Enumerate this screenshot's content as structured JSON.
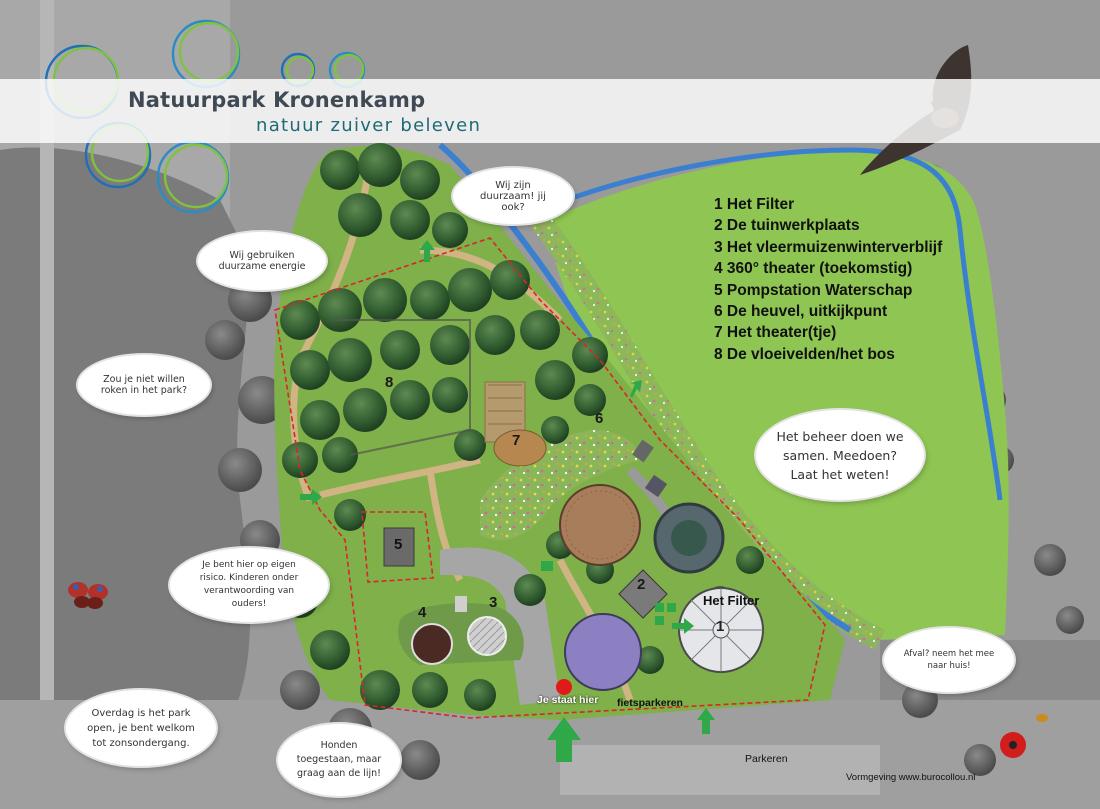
{
  "title": {
    "main": "Natuurpark Kronenkamp",
    "subtitle": "natuur zuiver beleven"
  },
  "legend": [
    "1 Het Filter",
    "2 De tuinwerkplaats",
    "3 Het vleermuizenwinterverblijf",
    "4 360° theater (toekomstig)",
    "5 Pompstation Waterschap",
    "6 De heuvel, uitkijkpunt",
    "7 Het theater(tje)",
    "8 De vloeivelden/het bos"
  ],
  "clouds": {
    "duurzaam": "Wij zijn duurzaam! jij ook?",
    "energie": "Wij gebruiken duurzame energie",
    "roken": "Zou je niet willen roken in het park?",
    "beheer": "Het beheer doen we samen. Meedoen? Laat het weten!",
    "risico": "Je bent hier op eigen risico. Kinderen onder verantwoording van ouders!",
    "open": "Overdag is het park open, je bent welkom tot zonsondergang.",
    "honden": "Honden toegestaan, maar graag aan de lijn!",
    "afval": "Afval? neem het mee naar huis!"
  },
  "markers": {
    "filter_label": "Het Filter",
    "you_are_here": "Je staat hier",
    "bike_parking": "fietsparkeren",
    "parking": "Parkeren",
    "credit": "Vormgeving www.burocollou.nl",
    "n1": "1",
    "n2": "2",
    "n3": "3",
    "n4": "4",
    "n5": "5",
    "n6": "6",
    "n7": "7",
    "n8": "8"
  },
  "colors": {
    "park_green": "#7fb04a",
    "meadow_green": "#8fc552",
    "boundary_red": "#d8262a",
    "canal_blue": "#3b7fd0",
    "arrow_green": "#2fa84a",
    "you_are_here_red": "#e01a1a"
  }
}
